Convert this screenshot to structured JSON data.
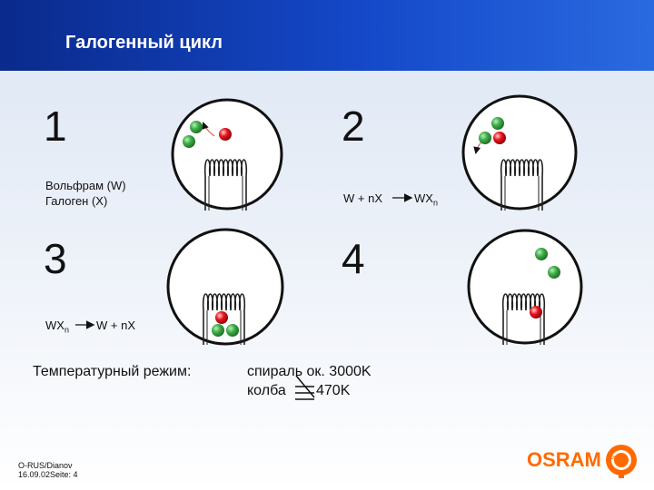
{
  "header": {
    "title": "Галогенный цикл"
  },
  "panels": [
    {
      "number": "1",
      "caption_line1": "Вольфрам (W)",
      "caption_line2": "Галоген (X)"
    },
    {
      "number": "2",
      "reaction_left": "W + nX",
      "reaction_right": "WX",
      "reaction_right_sub": "n"
    },
    {
      "number": "3",
      "reaction_left": "WX",
      "reaction_left_sub": "n",
      "reaction_right": "W + nX"
    },
    {
      "number": "4"
    }
  ],
  "temperature": {
    "label": "Температурный режим:",
    "line1": "спираль ок. 3000K",
    "line2_prefix": "колба",
    "line2_value": "470K"
  },
  "footer": {
    "line1": "O-RUS/Dianov",
    "line2": "16.09.02Seite: 4"
  },
  "brand": {
    "name": "OSRAM",
    "badge": "OSRAM",
    "color": "#ff6a00"
  },
  "colors": {
    "tungsten": "#e0141e",
    "halogen": "#2e9a3a",
    "header": "#1448c8"
  }
}
